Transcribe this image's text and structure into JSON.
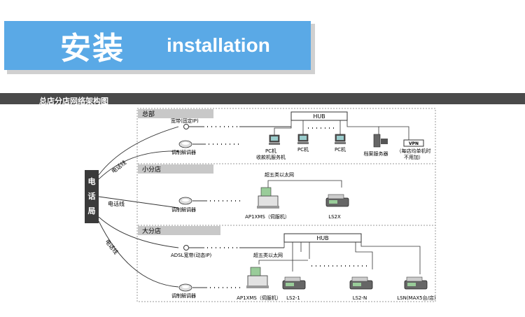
{
  "banner": {
    "title_cn": "安装",
    "title_en": "installation"
  },
  "section": {
    "title": "总店分店网络架构图"
  },
  "diagram": {
    "exchange": [
      "电",
      "话",
      "局"
    ],
    "phone_line": "电话线",
    "hq": {
      "label": "总部",
      "broadband": "宽带(固定IP)",
      "modem": "调制解调器",
      "hub": "HUB",
      "pc_cashier": [
        "PC机",
        "收款机服务机"
      ],
      "pc": "PC机",
      "archive_server": "档案服务器",
      "vpn": "VPN",
      "vpn_note": [
        "（每店均单机时",
        "不用加）"
      ]
    },
    "small": {
      "label": "小分店",
      "cable": "超五类以太网",
      "modem": "调制解调器",
      "device1": "AP1XMS（伺服机）",
      "device2": "LS2X"
    },
    "large": {
      "label": "大分店",
      "hub": "HUB",
      "adsl": "ADSL宽带(动态IP)",
      "cable": "超五类以太网",
      "modem": "调制解调器",
      "device1": "AP1XMS（伺服机）",
      "scale1": "LS2-1",
      "scale2": "LS2-N",
      "scale3": "LSN(MAX5台/店)"
    },
    "colors": {
      "banner": "#5aa9e6",
      "section": "#4a4a4a",
      "zone_bar": "#c8c8c8"
    }
  }
}
